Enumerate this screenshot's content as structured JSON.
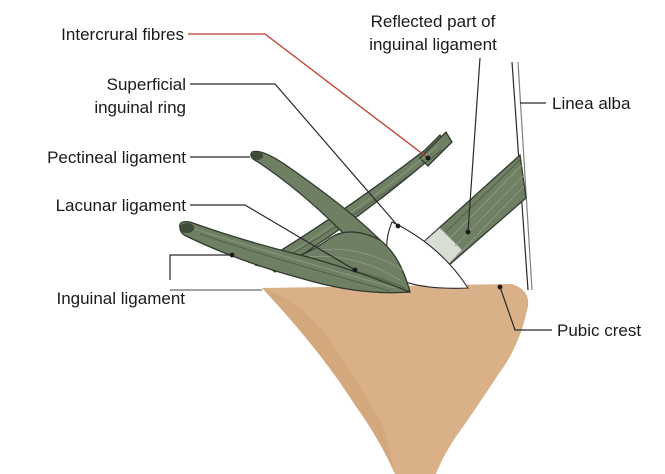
{
  "labels": {
    "intercrural_fibres": "Intercrural fibres",
    "superficial_ring_line1": "Superficial",
    "superficial_ring_line2": "inguinal ring",
    "pectineal_ligament": "Pectineal ligament",
    "lacunar_ligament": "Lacunar ligament",
    "inguinal_ligament": "Inguinal ligament",
    "reflected_line1": "Reflected part of",
    "reflected_line2": "inguinal ligament",
    "linea_alba": "Linea alba",
    "pubic_crest": "Pubic crest"
  },
  "colors": {
    "ligament_fill": "#6e7f64",
    "ligament_dark": "#4d5c46",
    "bone_fill": "#d9b087",
    "bone_shadow": "#c99a6b",
    "reflected_pale": "#d9ded4"
  }
}
